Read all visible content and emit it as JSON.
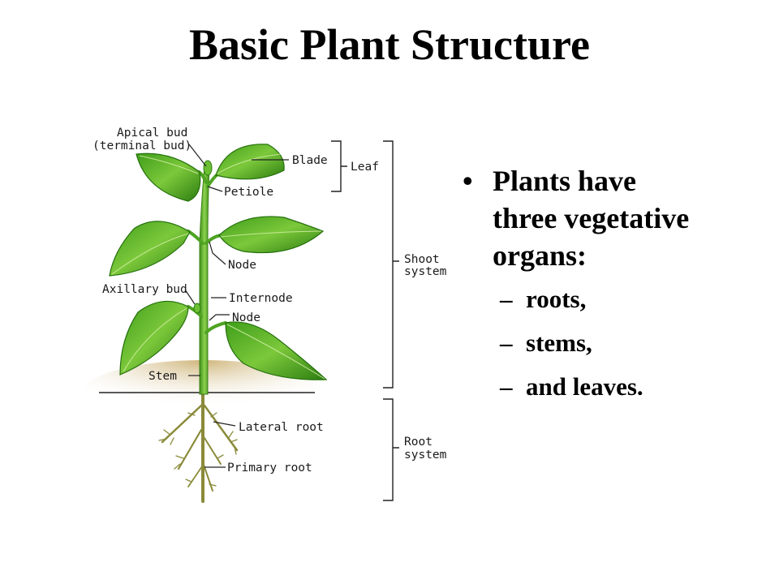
{
  "slide": {
    "title": "Basic Plant Structure",
    "bullet": {
      "marker": "•",
      "text_lines": [
        "Plants have",
        "three vegetative",
        "organs:"
      ],
      "sub_marker": "–",
      "sub_items": [
        "roots,",
        "stems,",
        "and leaves."
      ]
    }
  },
  "diagram": {
    "labels": {
      "apical_bud": "Apical bud",
      "terminal_bud": "(terminal bud)",
      "blade": "Blade",
      "leaf": "Leaf",
      "petiole": "Petiole",
      "node_upper": "Node",
      "axillary_bud": "Axillary bud",
      "internode": "Internode",
      "node_lower": "Node",
      "stem": "Stem",
      "shoot": "Shoot",
      "shoot_system": "system",
      "lateral_root": "Lateral root",
      "primary_root": "Primary root",
      "root": "Root",
      "root_system": "system"
    },
    "colors": {
      "leaf_dark": "#2f8a12",
      "leaf_light": "#8fd44a",
      "stem": "#5fb32a",
      "root": "#8a8a3a",
      "soil": "#d8c08a",
      "line": "#222222"
    }
  }
}
